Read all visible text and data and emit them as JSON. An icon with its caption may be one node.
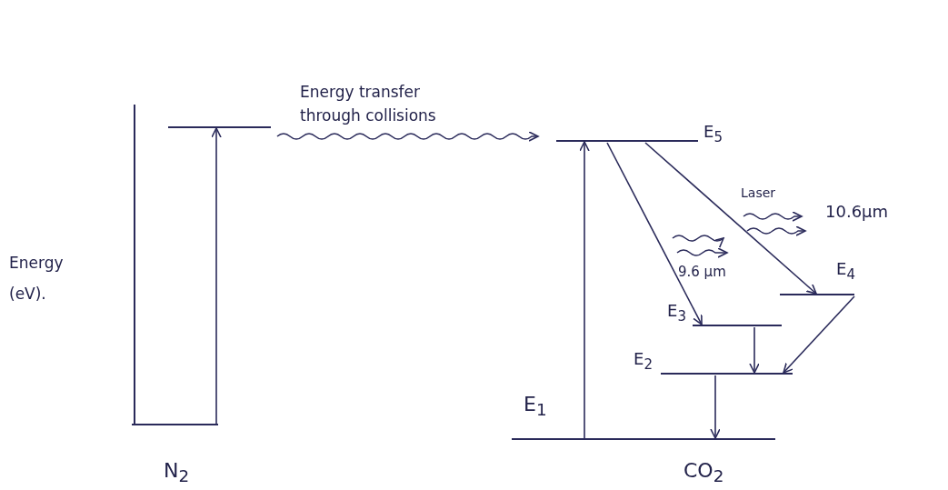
{
  "diagram": {
    "nodes": [
      {
        "text": [],
        "shape": "bar"
      },
      {
        "text": [],
        "shape": "bar"
      },
      {
        "text": [],
        "shape": "bar"
      },
      {
        "text": [],
        "shape": "bar",
        "beside": [
          "E$_{5}$"
        ]
      },
      {
        "text": [],
        "shape": "bar",
        "beside": [
          "E$_{4}$"
        ]
      },
      {
        "text": [],
        "shape": "bar",
        "beside": [
          "E$_{3}$"
        ]
      },
      {
        "text": [],
        "shape": "bar",
        "beside": [
          "E$_{2}$"
        ]
      }
    ],
    "edges": [
      {
        "from": 0,
        "to": 1,
        "arrow": "to"
      },
      {
        "from": 1,
        "to": 3,
        "arrow": "to",
        "label": "Energy transfer through collisions"
      },
      {
        "from": 2,
        "to": 3,
        "arrow": "to"
      },
      {
        "from": 3,
        "to": 5,
        "arrow": "to"
      },
      {
        "from": 3,
        "to": 4,
        "arrow": "to"
      },
      {
        "from": 5,
        "to": 6,
        "arrow": "to"
      },
      {
        "from": 4,
        "to": 6,
        "arrow": "to"
      },
      {
        "from": 6,
        "to": 2,
        "arrow": "to"
      }
    ],
    "labels": [
      "Laser",
      "10.6µm",
      "Energy (eV).",
      "9.6 µm",
      "E$_{1}$",
      "N$_{2}$",
      "CO$_{2}$"
    ]
  }
}
